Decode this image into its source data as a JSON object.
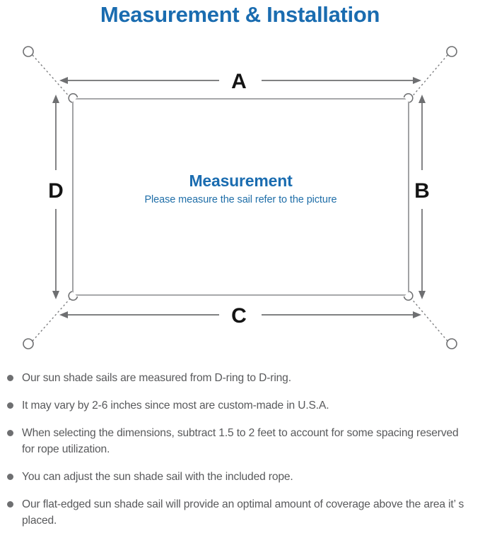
{
  "page": {
    "title": "Measurement & Installation",
    "accent_blue": "#1a6cb0",
    "body_gray": "#58595b",
    "line_gray": "#7c7d7f"
  },
  "diagram": {
    "name": "sun-shade-sail-measurement-diagram",
    "sail_caption_title": "Measurement",
    "sail_caption_sub": "Please measure the sail refer to the picture",
    "dimension_labels": [
      {
        "id": "A",
        "label": "A",
        "position": "top",
        "orientation": "horizontal"
      },
      {
        "id": "B",
        "label": "B",
        "position": "right",
        "orientation": "vertical"
      },
      {
        "id": "C",
        "label": "C",
        "position": "bottom",
        "orientation": "horizontal"
      },
      {
        "id": "D",
        "label": "D",
        "position": "left",
        "orientation": "vertical"
      }
    ],
    "anchor_points": [
      {
        "id": "top-left",
        "label": ""
      },
      {
        "id": "top-right",
        "label": ""
      },
      {
        "id": "bottom-left",
        "label": ""
      },
      {
        "id": "bottom-right",
        "label": ""
      }
    ],
    "d_rings": [
      {
        "id": "d-ring-top-left"
      },
      {
        "id": "d-ring-top-right"
      },
      {
        "id": "d-ring-bottom-left"
      },
      {
        "id": "d-ring-bottom-right"
      }
    ]
  },
  "notes": [
    {
      "text": "Our sun shade sails are measured from D-ring to D-ring."
    },
    {
      "text": "It may vary by 2-6 inches since most are custom-made in U.S.A."
    },
    {
      "text": "When selecting the dimensions, subtract 1.5 to 2 feet to account for some spacing reserved for rope utilization."
    },
    {
      "text": "You can adjust the sun shade sail with the included rope."
    },
    {
      "text": "Our flat-edged sun shade sail will provide an optimal amount of coverage above the area it’ s placed."
    }
  ]
}
